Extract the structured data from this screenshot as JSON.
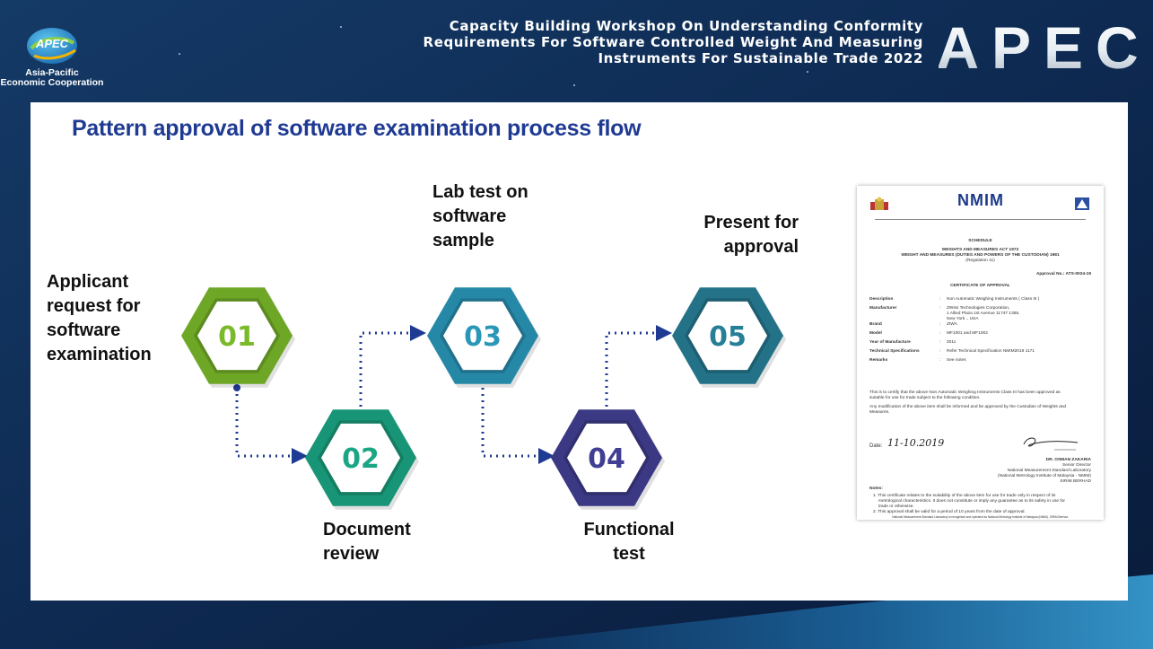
{
  "header": {
    "title_lines": [
      "Capacity Building Workshop On Understanding Conformity",
      "Requirements For Software Controlled Weight And Measuring",
      "Instruments For Sustainable Trade 2022"
    ],
    "brand": "APEC"
  },
  "logo": {
    "badge": "APEC",
    "caption_line1": "Asia-Pacific",
    "caption_line2": "Economic Cooperation"
  },
  "slide": {
    "title": "Pattern approval of software examination process flow"
  },
  "process": {
    "steps": [
      {
        "number": "01",
        "label_lines": [
          "Applicant",
          "request for",
          "software",
          "examination"
        ],
        "color": "#7ab92a"
      },
      {
        "number": "02",
        "label_lines": [
          "Document",
          "review"
        ],
        "color": "#1aa683"
      },
      {
        "number": "03",
        "label_lines": [
          "Lab test on",
          "software",
          "sample"
        ],
        "color": "#2a97b9"
      },
      {
        "number": "04",
        "label_lines": [
          "Functional",
          "test"
        ],
        "color": "#413f93"
      },
      {
        "number": "05",
        "label_lines": [
          "Present for",
          "approval"
        ],
        "color": "#277f96"
      }
    ]
  },
  "certificate": {
    "brand": "NMIM",
    "schedule": "SCHEDULE",
    "act": "WEIGHTS AND MEASURES ACT 1972",
    "regulation": "WEIGHT AND MEASURES (DUTIES AND POWERS OF THE CUSTODIAN) 1981",
    "regulation_no": "(Regulation 11)",
    "approval_no": "Approval No.: ATS-0024-19",
    "heading": "CERTIFICATE OF APPROVAL",
    "fields": [
      {
        "label": "Description",
        "value": "Non Automatic Weighing Instruments ( Class III )"
      },
      {
        "label": "Manufacturer",
        "value": "ZWiss Technologies Corporation,"
      },
      {
        "label": "",
        "value": "1 Allied Plaza 1st Avenue 11747 1355,"
      },
      {
        "label": "",
        "value": "New York ., USA"
      },
      {
        "label": "Brand",
        "value": "ZIWA"
      },
      {
        "label": "Model",
        "value": "MF1001 and MF1002"
      },
      {
        "label": "Year of Manufacture",
        "value": "2011"
      },
      {
        "label": "Technical Specifications",
        "value": "Refer Technical Specification NMIM2019 1171"
      },
      {
        "label": "Remarks",
        "value": "See notes"
      }
    ],
    "statement1": "This is to certify that the above Non Automatic Weighing Instruments Class III has been approved as",
    "statement1b": "suitable for use for trade subject to the following condition.",
    "statement2": "Any modification of the above item shall be informed and be approved by the Custodian of Weights and",
    "statement2b": "Measures.",
    "date_label": "Date:",
    "date_value": "11-10.2019",
    "signer_name": "DR. OSMAN ZAKARIA",
    "signer_title": "Senior Director",
    "signer_org1": "National Measurement Standard Laboratory",
    "signer_org2": "(National Metrology Institute of Malaysia - NMIM)",
    "signer_org3": "SIRIM BERHAD",
    "notes_label": "Notes:",
    "note1": "1. This certificate relates to the suitability of the above item for use for trade only in respect of its",
    "note1b": "metrological characteristics. It does not constitute or imply any guarantee as to its safety in use for",
    "note1c": "trade or otherwise.",
    "note2": "2. This approval shall be valid for a period of 10 years from the date of approval.",
    "footer": "National Measurement Standard Laboratory is recognised and operated as National Metrology Institute of Malaysia (NMIM), SIRIM Berhad."
  }
}
